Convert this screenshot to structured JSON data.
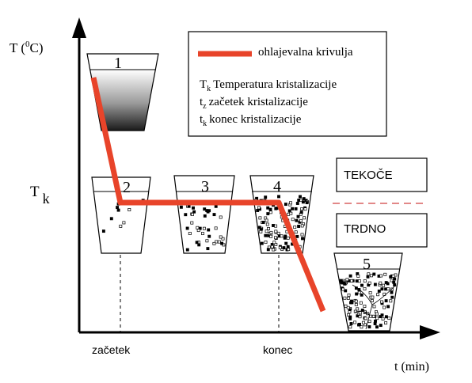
{
  "axes": {
    "y_label_main": "T (",
    "y_label_sup": "0",
    "y_label_end": "C)",
    "x_label": "t (min)",
    "tk_main": "T",
    "tk_sub": "k"
  },
  "markers": {
    "start": "začetek",
    "end": "konec"
  },
  "legend": {
    "curve_label": "ohlajevalna krivulja",
    "curve_color": "#e8442a",
    "line_tk": {
      "symbol": "T",
      "sub": "k",
      "text": "Temperatura kristalizacije"
    },
    "line_tz": {
      "symbol": "t",
      "sub": "z",
      "text": "začetek kristalizacije"
    },
    "line_tk2": {
      "symbol": "t",
      "sub": "k",
      "text": "konec kristalizacije"
    }
  },
  "state_boxes": {
    "liquid": "TEKOČE",
    "solid": "TRDNO",
    "divider_color": "#d04040"
  },
  "beakers": [
    {
      "number": "1"
    },
    {
      "number": "2"
    },
    {
      "number": "3"
    },
    {
      "number": "4"
    },
    {
      "number": "5"
    }
  ]
}
